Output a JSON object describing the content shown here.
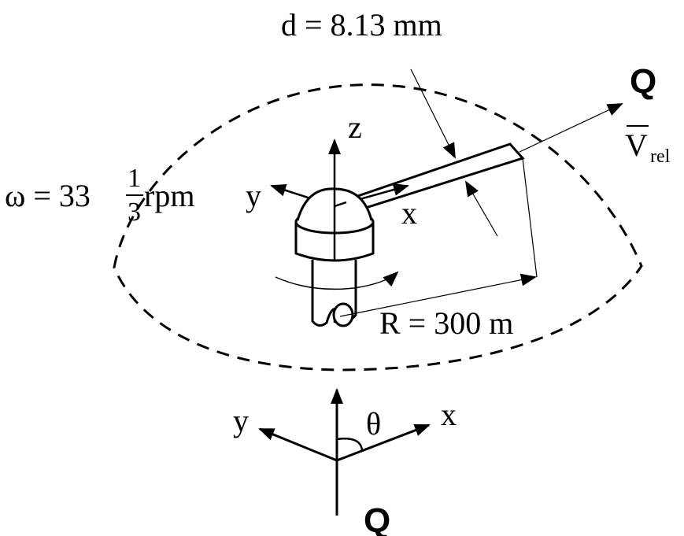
{
  "labels": {
    "diameter": "d = 8.13 mm",
    "omega_prefix": "ω = 33",
    "omega_num": "1",
    "omega_den": "3",
    "omega_unit": "rpm",
    "radius": "R = 300 m",
    "flow_top": "Q",
    "flow_bottom": "Q",
    "vrel_main": "V",
    "vrel_sub": "rel",
    "axis_z": "z",
    "axis_y_top": "y",
    "axis_x_top": "x",
    "axis_y_bottom": "y",
    "axis_x_bottom": "x",
    "theta": "θ"
  },
  "colors": {
    "ink": "#000000",
    "background": "#ffffff"
  }
}
